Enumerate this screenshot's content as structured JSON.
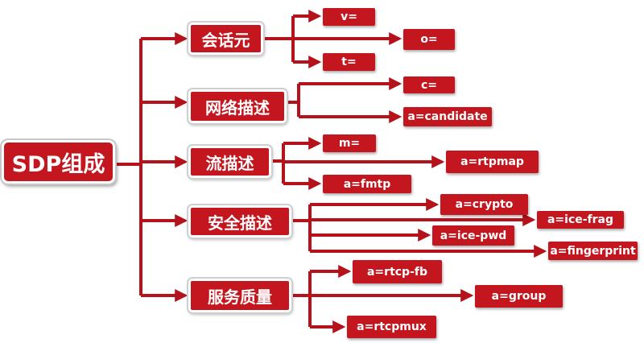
{
  "colors": {
    "accent": "#c4161f",
    "wire": "#b5121b"
  },
  "root": {
    "label": "SDP组成"
  },
  "categories": [
    {
      "label": "会话元",
      "items": [
        "v=",
        "o=",
        "t="
      ]
    },
    {
      "label": "网络描述",
      "items": [
        "c=",
        "a=candidate"
      ]
    },
    {
      "label": "流描述",
      "items": [
        "m=",
        "a=rtpmap",
        "a=fmtp"
      ]
    },
    {
      "label": "安全描述",
      "items": [
        "a=crypto",
        "a=ice-frag",
        "a=ice-pwd",
        "a=fingerprint"
      ]
    },
    {
      "label": "服务质量",
      "items": [
        "a=rtcp-fb",
        "a=group",
        "a=rtcpmux"
      ]
    }
  ]
}
